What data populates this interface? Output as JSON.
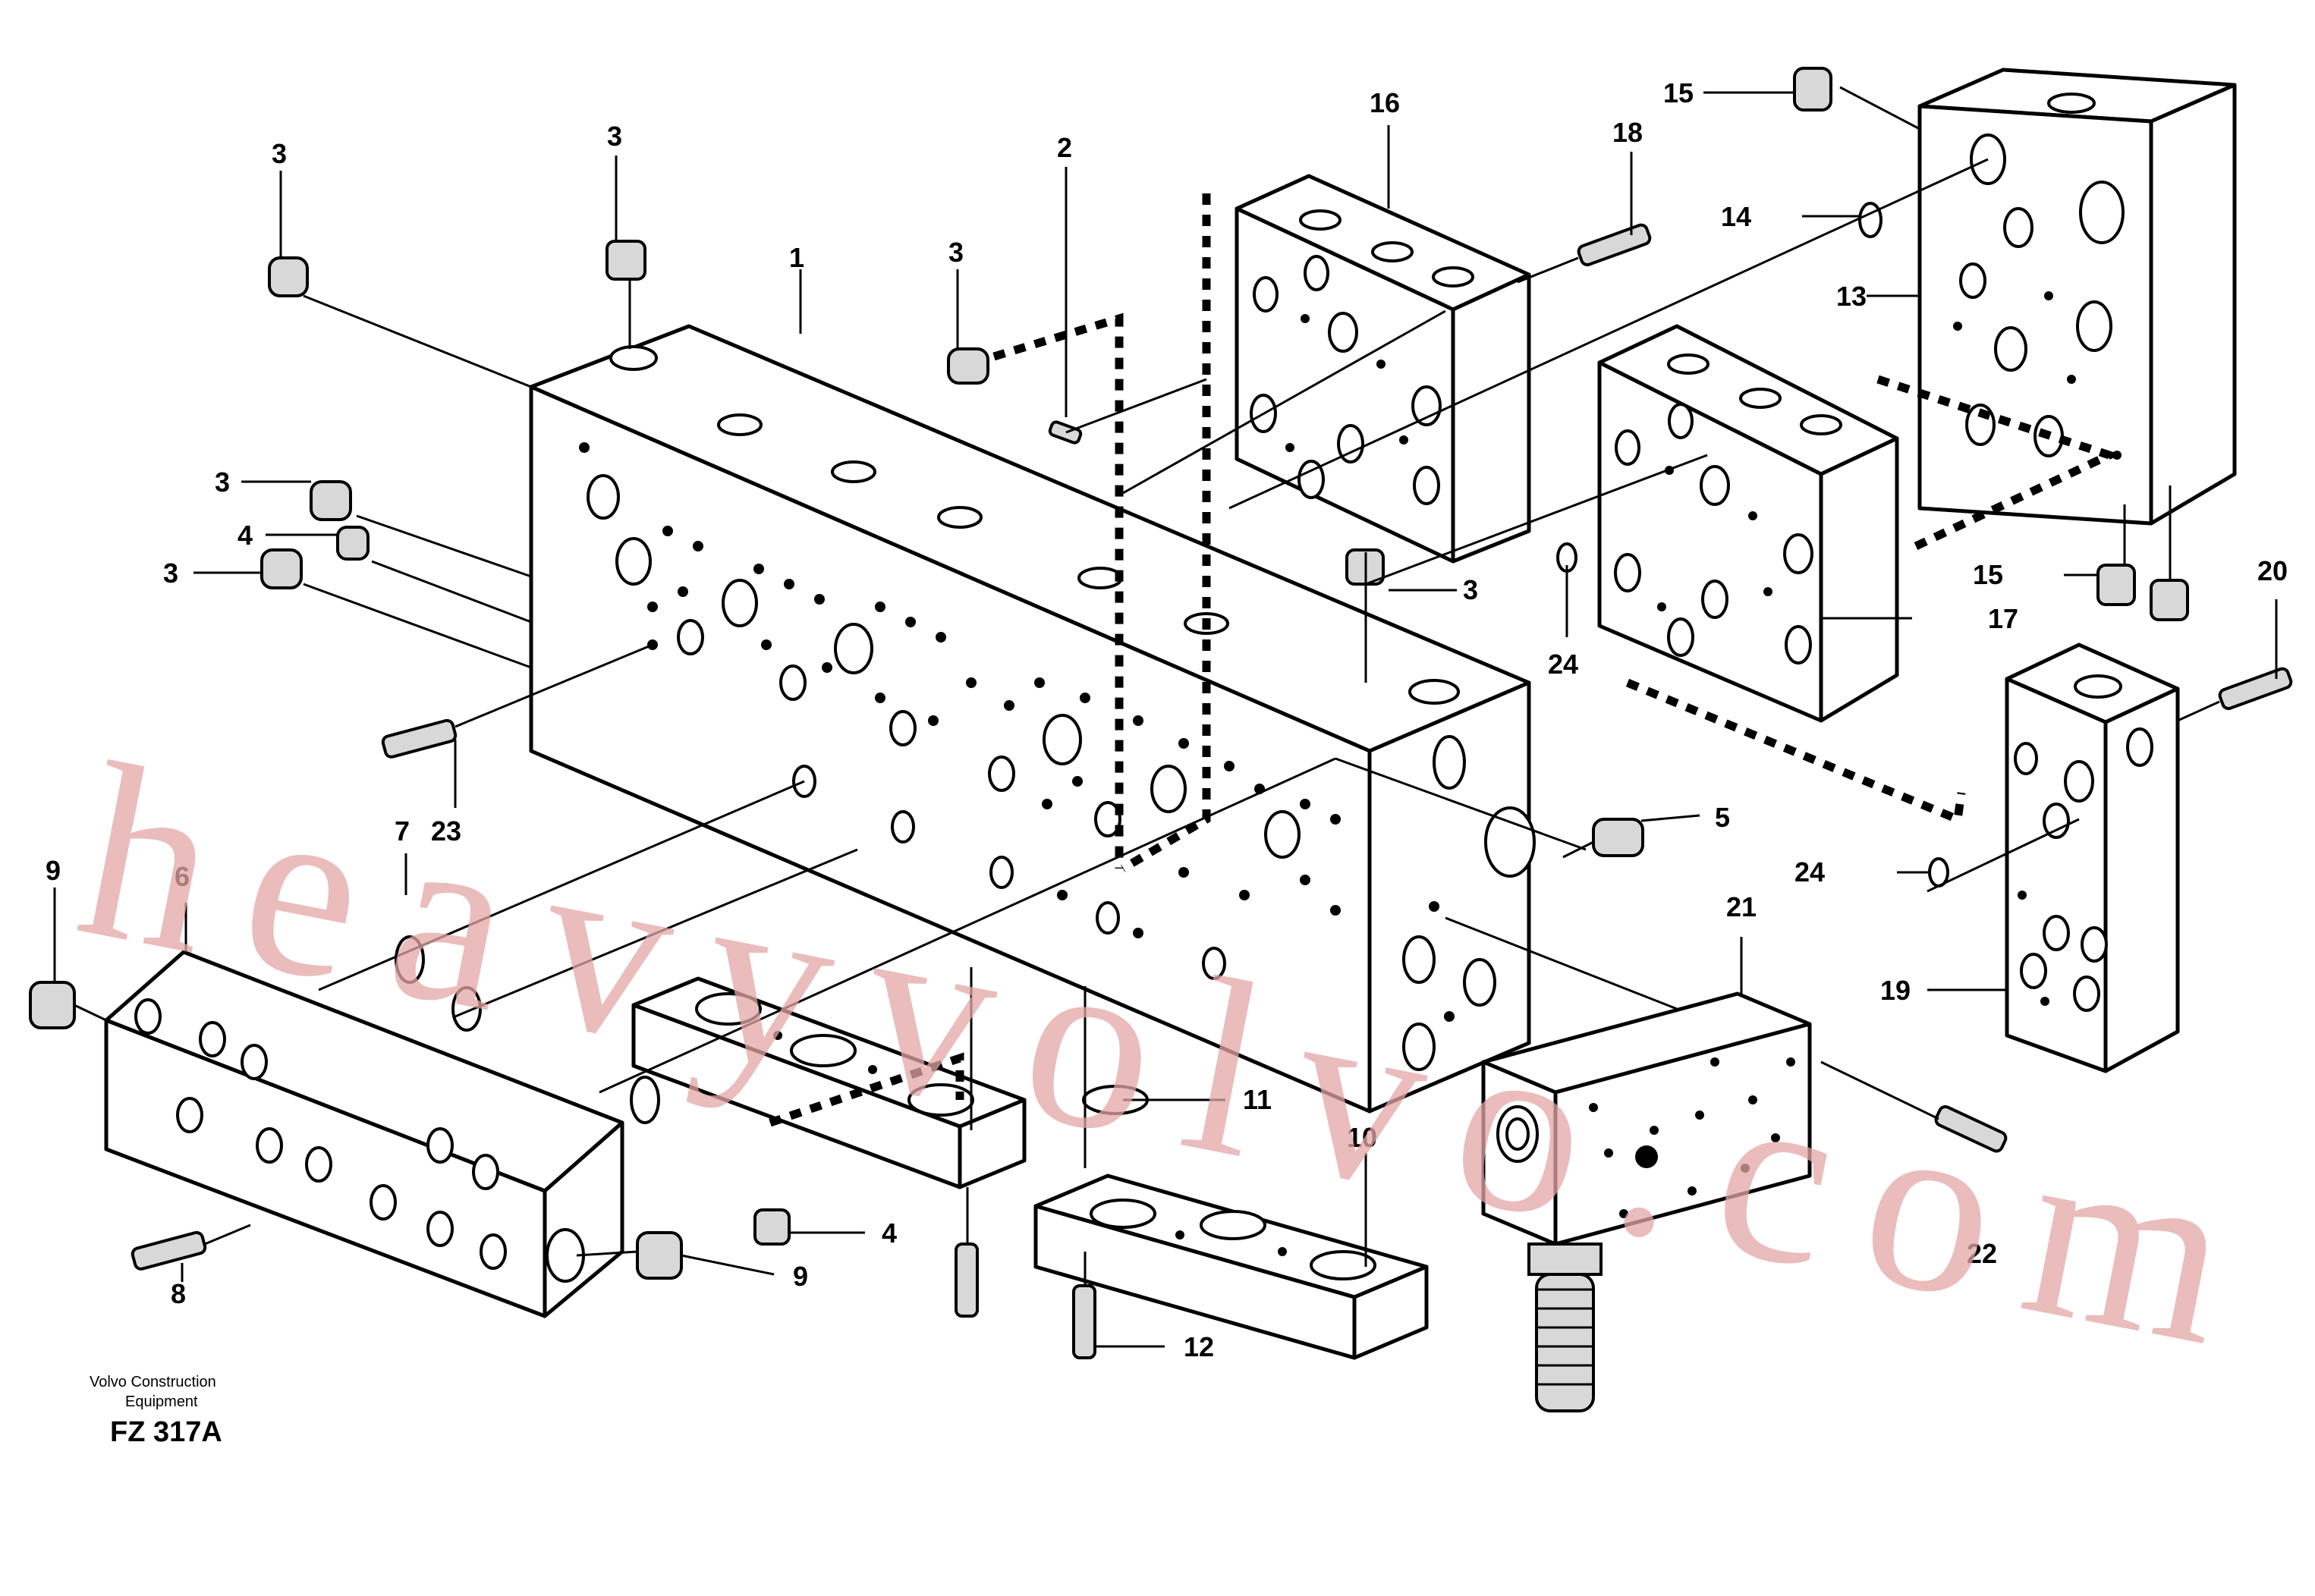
{
  "callouts": {
    "c1": "1",
    "c2": "2",
    "c3a": "3",
    "c3b": "3",
    "c3c": "3",
    "c3d": "3",
    "c3e": "3",
    "c3f": "3",
    "c4a": "4",
    "c4b": "4",
    "c5": "5",
    "c6": "6",
    "c7": "7",
    "c8": "8",
    "c9a": "9",
    "c9b": "9",
    "c10": "10",
    "c11": "11",
    "c12": "12",
    "c13": "13",
    "c14": "14",
    "c15a": "15",
    "c15b": "15",
    "c16": "16",
    "c17": "17",
    "c18": "18",
    "c19": "19",
    "c20": "20",
    "c21": "21",
    "c22": "22",
    "c23": "23",
    "c24a": "24",
    "c24b": "24"
  },
  "credit": {
    "line1": "Volvo Construction",
    "line2": "Equipment"
  },
  "figure_code": "FZ 317A",
  "watermark": "heavyvolvo.com"
}
